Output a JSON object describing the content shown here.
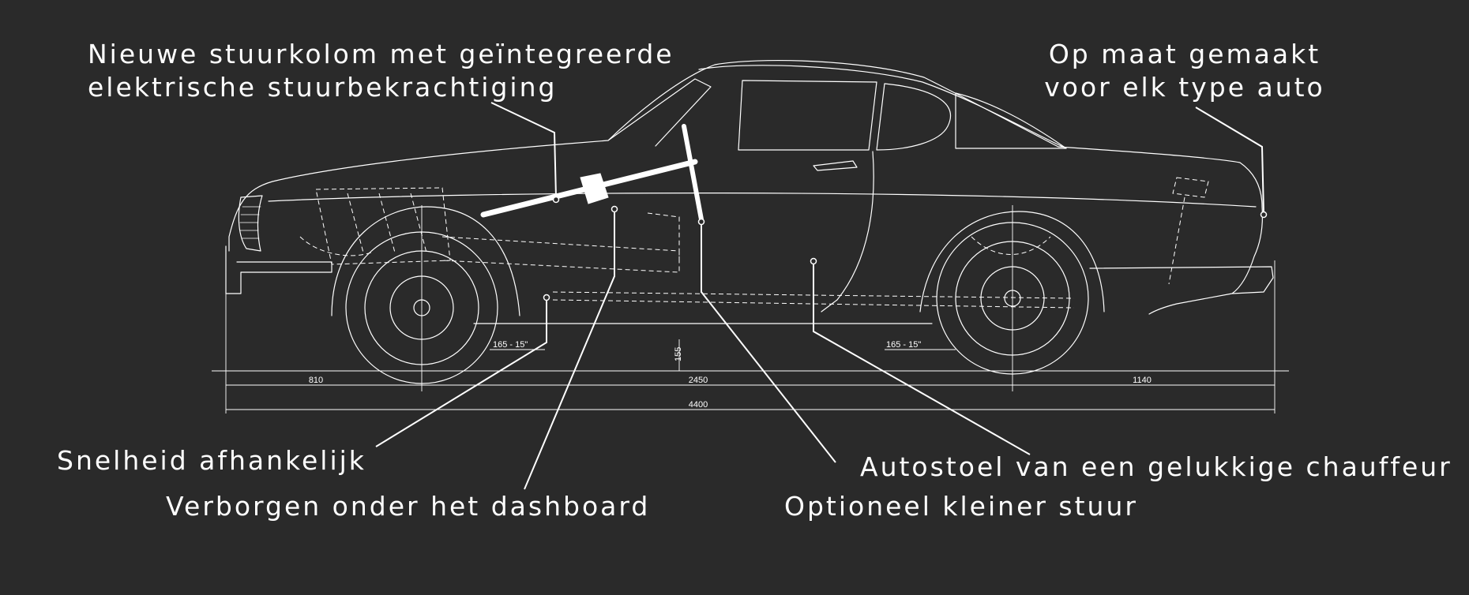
{
  "callouts": {
    "steering_column": {
      "lines": [
        "Nieuwe stuurkolom met geïntegreerde",
        "elektrische stuurbekrachtiging"
      ]
    },
    "custom_fit": {
      "lines": [
        "Op maat gemaakt",
        "voor elk type auto"
      ]
    },
    "speed_dependent": {
      "text": "Snelheid afhankelijk"
    },
    "hidden_dashboard": {
      "text": "Verborgen onder het dashboard"
    },
    "smaller_wheel": {
      "text": "Optioneel kleiner stuur"
    },
    "happy_driver": {
      "text": "Autostoel van een gelukkige chauffeur"
    }
  },
  "dimensions": {
    "front_overhang": "810",
    "wheelbase": "2450",
    "rear_overhang": "1140",
    "total_length": "4400",
    "ground_clearance": "155",
    "front_tyre": "165 - 15\"",
    "rear_tyre": "165 - 15\""
  },
  "colors": {
    "background": "#2a2a2a",
    "line": "#ffffff"
  }
}
